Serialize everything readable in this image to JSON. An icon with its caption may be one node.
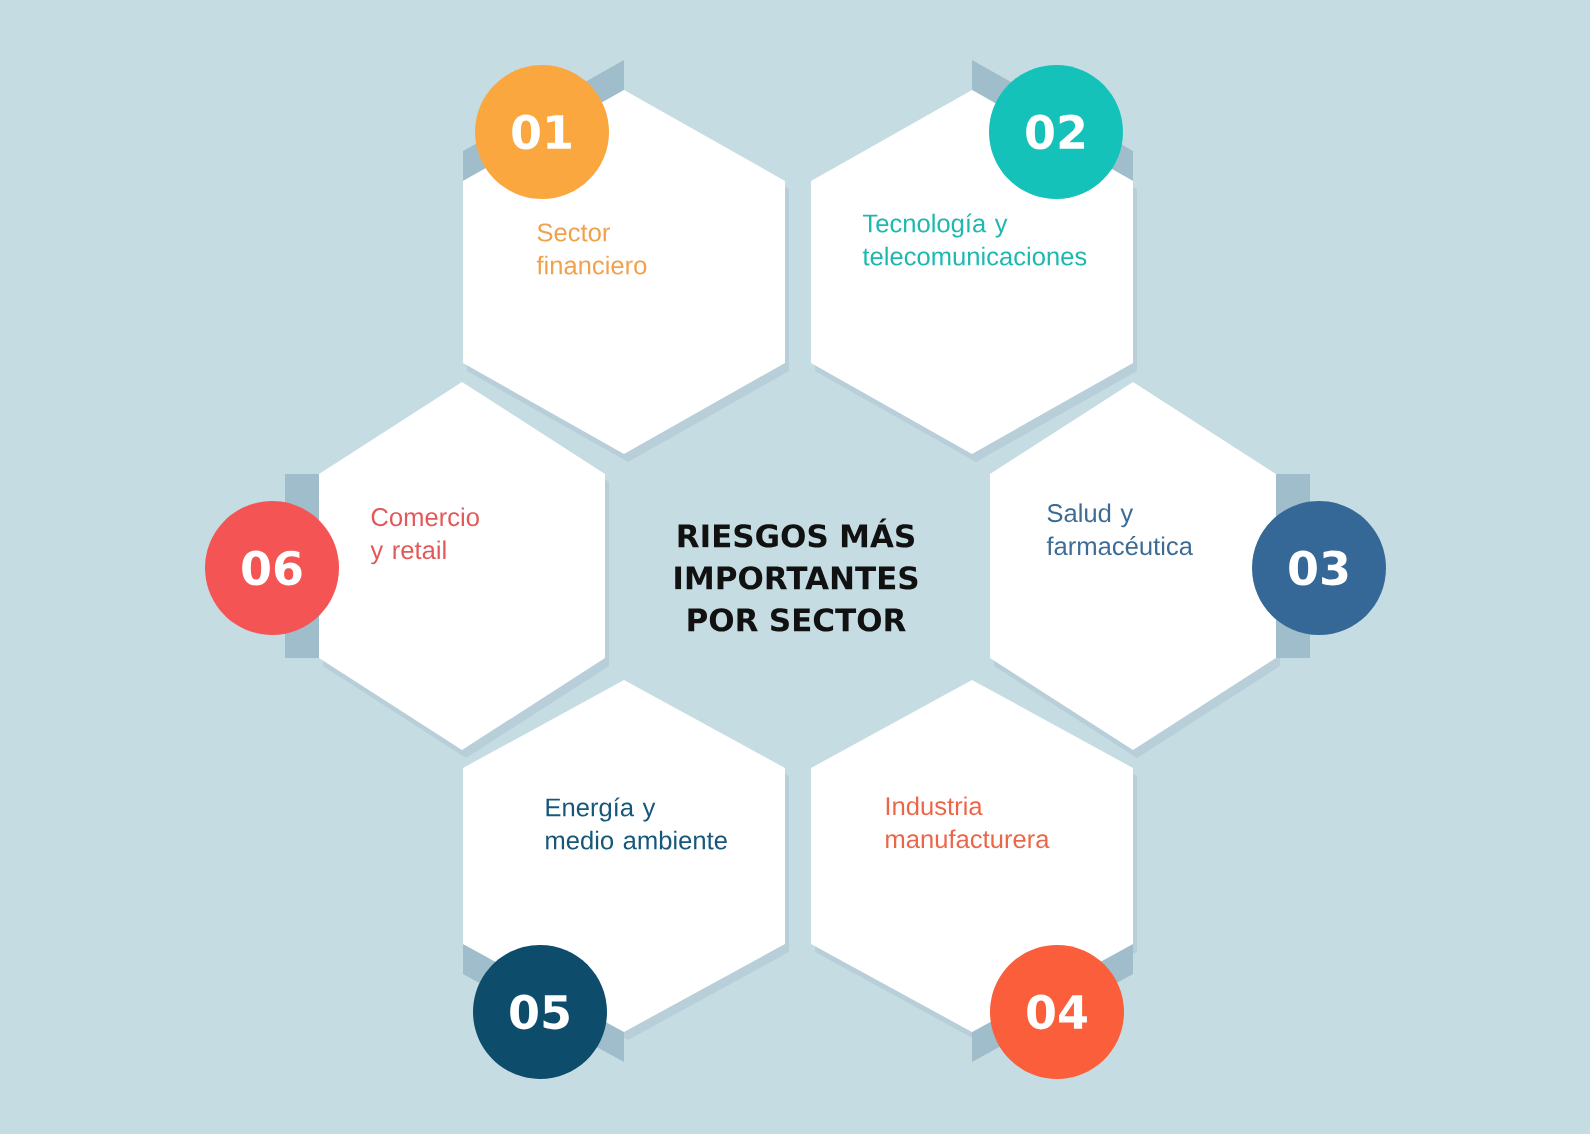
{
  "diagram": {
    "title": "RIESGOS MÁS IMPORTANTES POR SECTOR",
    "nodes": [
      {
        "text": [
          "01"
        ]
      },
      {
        "text": [
          "Sector financiero"
        ]
      },
      {
        "text": [
          "02"
        ]
      },
      {
        "text": [
          "Tecnología y telecomunicaciones"
        ]
      },
      {
        "text": [
          "06"
        ]
      },
      {
        "text": [
          "Comercio y retail"
        ]
      },
      {
        "text": [
          "Salud y farmacéutica"
        ]
      },
      {
        "text": [
          "03"
        ]
      },
      {
        "text": [
          "Energía y medio ambiente"
        ]
      },
      {
        "text": [
          "05"
        ]
      },
      {
        "text": [
          "Industria manufacturera"
        ]
      },
      {
        "text": [
          "04"
        ]
      }
    ]
  }
}
